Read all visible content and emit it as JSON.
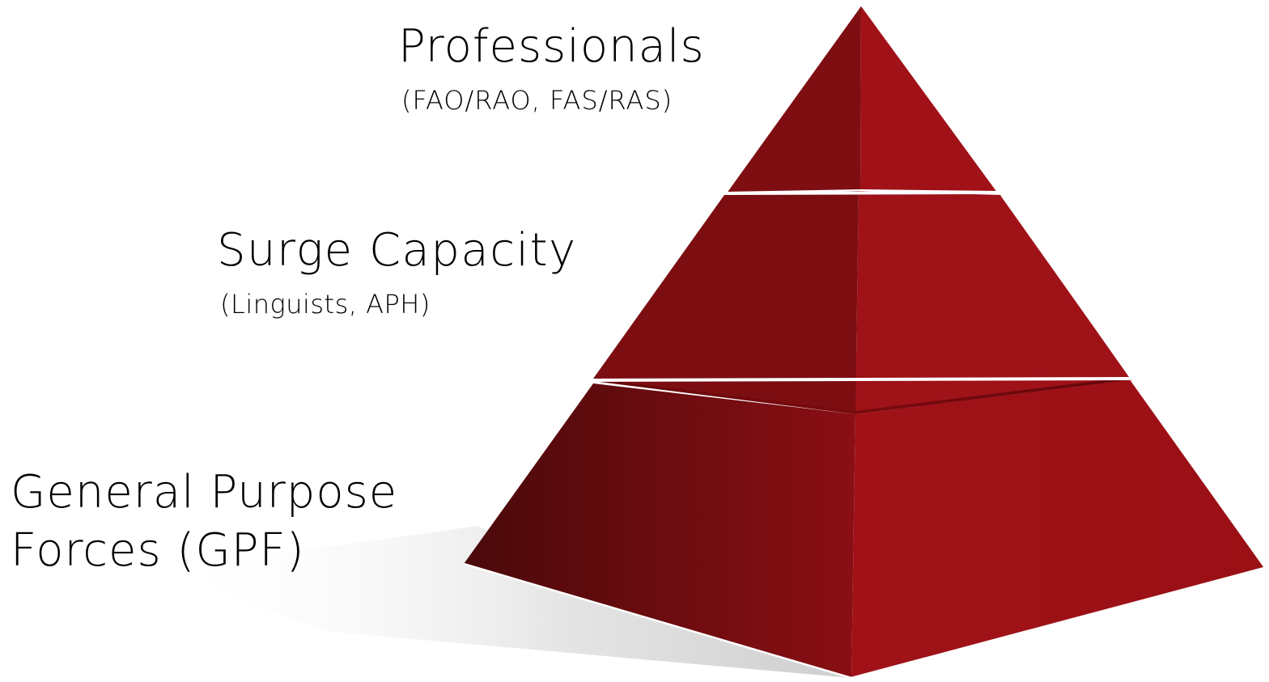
{
  "diagram": {
    "type": "pyramid",
    "tiers": [
      {
        "title": "Professionals",
        "subtitle": "(FAO/RAO, FAS/RAS)"
      },
      {
        "title": "Surge Capacity",
        "subtitle": "(Linguists, APH)"
      },
      {
        "title": "General Purpose\nForces (GPF)",
        "subtitle": ""
      }
    ],
    "colors": {
      "face_left_dark": "#4a090b",
      "face_left_mid": "#7a0e12",
      "face_right": "#a01218",
      "separator": "#ffffff",
      "shadow": "#cfcfcf"
    }
  }
}
